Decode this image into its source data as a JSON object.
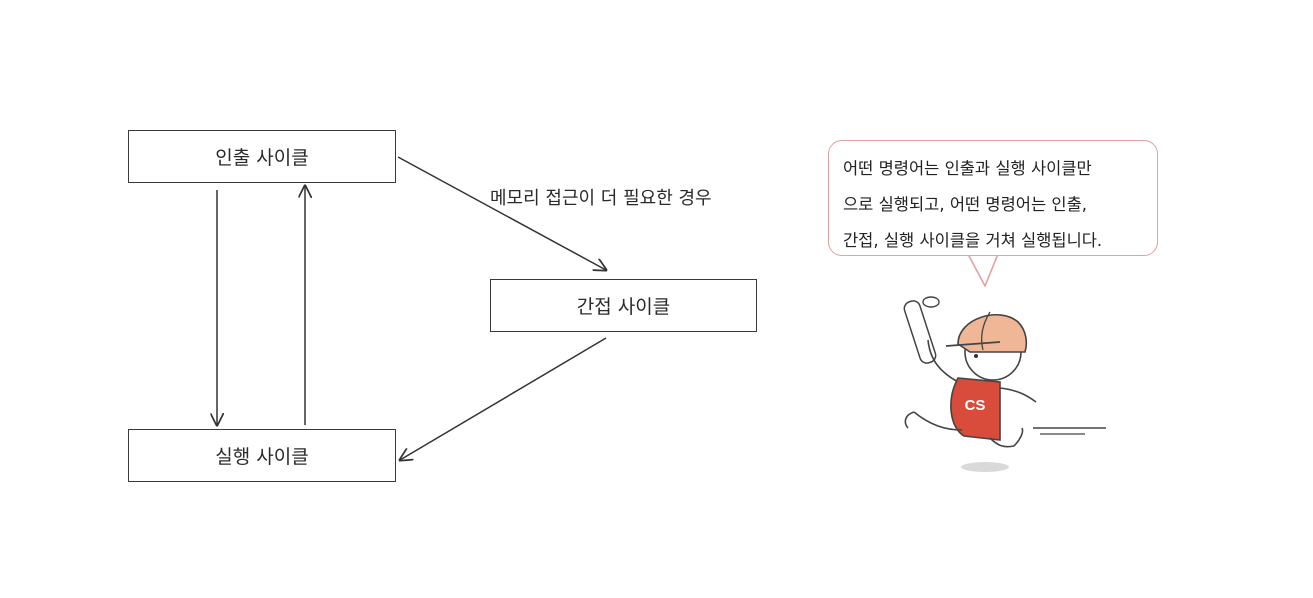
{
  "diagram": {
    "nodes": {
      "fetch": "인출 사이클",
      "indirect": "간접 사이클",
      "execute": "실행 사이클"
    },
    "edge_label": "메모리 접근이 더 필요한 경우"
  },
  "speech": {
    "lines": [
      "어떤 명령어는 인출과 실행 사이클만",
      "으로 실행되고, 어떤 명령어는 인출,",
      "간접, 실행 사이클을 거쳐 실행됩니다."
    ]
  },
  "mascot": {
    "shirt_text": "CS",
    "shirt_color": "#d94b3a",
    "helmet_color": "#f0b797"
  }
}
